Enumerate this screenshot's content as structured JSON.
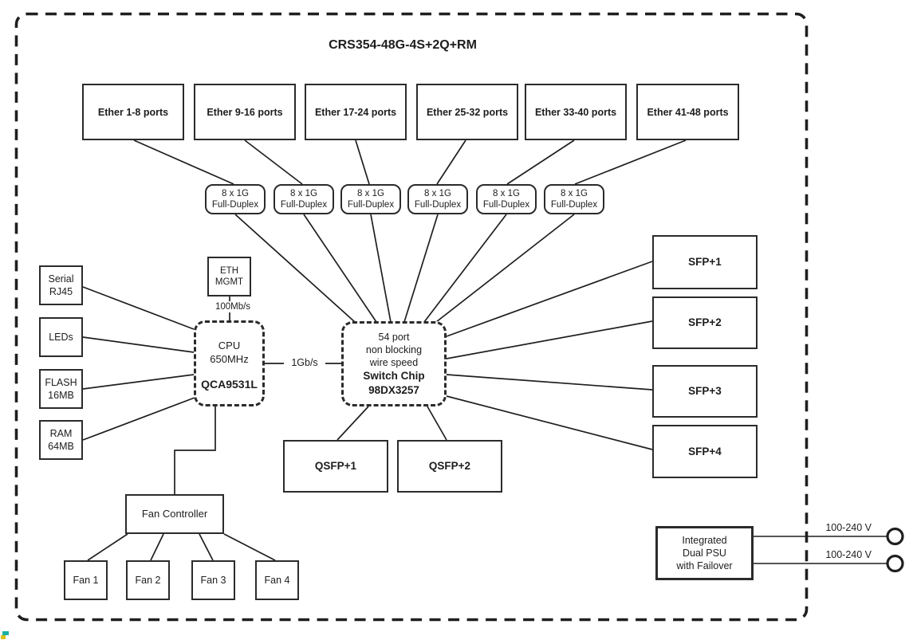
{
  "title": "CRS354-48G-4S+2Q+RM",
  "ether_groups": [
    "Ether 1-8 ports",
    "Ether 9-16 ports",
    "Ether 17-24 ports",
    "Ether 25-32 ports",
    "Ether 33-40 ports",
    "Ether 41-48 ports"
  ],
  "phy_groups": [
    [
      "8 x 1G",
      "Full-Duplex"
    ],
    [
      "8 x 1G",
      "Full-Duplex"
    ],
    [
      "8 x 1G",
      "Full-Duplex"
    ],
    [
      "8 x 1G",
      "Full-Duplex"
    ],
    [
      "8 x 1G",
      "Full-Duplex"
    ],
    [
      "8 x 1G",
      "Full-Duplex"
    ]
  ],
  "mgmt": {
    "lines": [
      "ETH",
      "MGMT"
    ],
    "speed_label": "100Mb/s"
  },
  "cpu": {
    "lines": [
      "CPU",
      "650MHz"
    ],
    "model": "QCA9531L"
  },
  "links": {
    "cpu_switch": "1Gb/s"
  },
  "switch_chip": {
    "desc": [
      "54 port",
      "non blocking",
      "wire speed"
    ],
    "name": "Switch Chip",
    "model": "98DX3257"
  },
  "left_peripherals": [
    [
      "Serial",
      "RJ45"
    ],
    [
      "LEDs"
    ],
    [
      "FLASH",
      "16MB"
    ],
    [
      "RAM",
      "64MB"
    ]
  ],
  "sfp_ports": [
    "SFP+1",
    "SFP+2",
    "SFP+3",
    "SFP+4"
  ],
  "qsfp_ports": [
    "QSFP+1",
    "QSFP+2"
  ],
  "fan_controller": {
    "label": "Fan Controller"
  },
  "fans": [
    "Fan 1",
    "Fan 2",
    "Fan 3",
    "Fan 4"
  ],
  "psu": {
    "lines": [
      "Integrated",
      "Dual PSU",
      "with Failover"
    ]
  },
  "power_inputs": [
    "100-240 V",
    "100-240 V"
  ],
  "colors": {
    "line": "#2b2b2b",
    "text": "#1d1d1d",
    "background": "#ffffff"
  }
}
